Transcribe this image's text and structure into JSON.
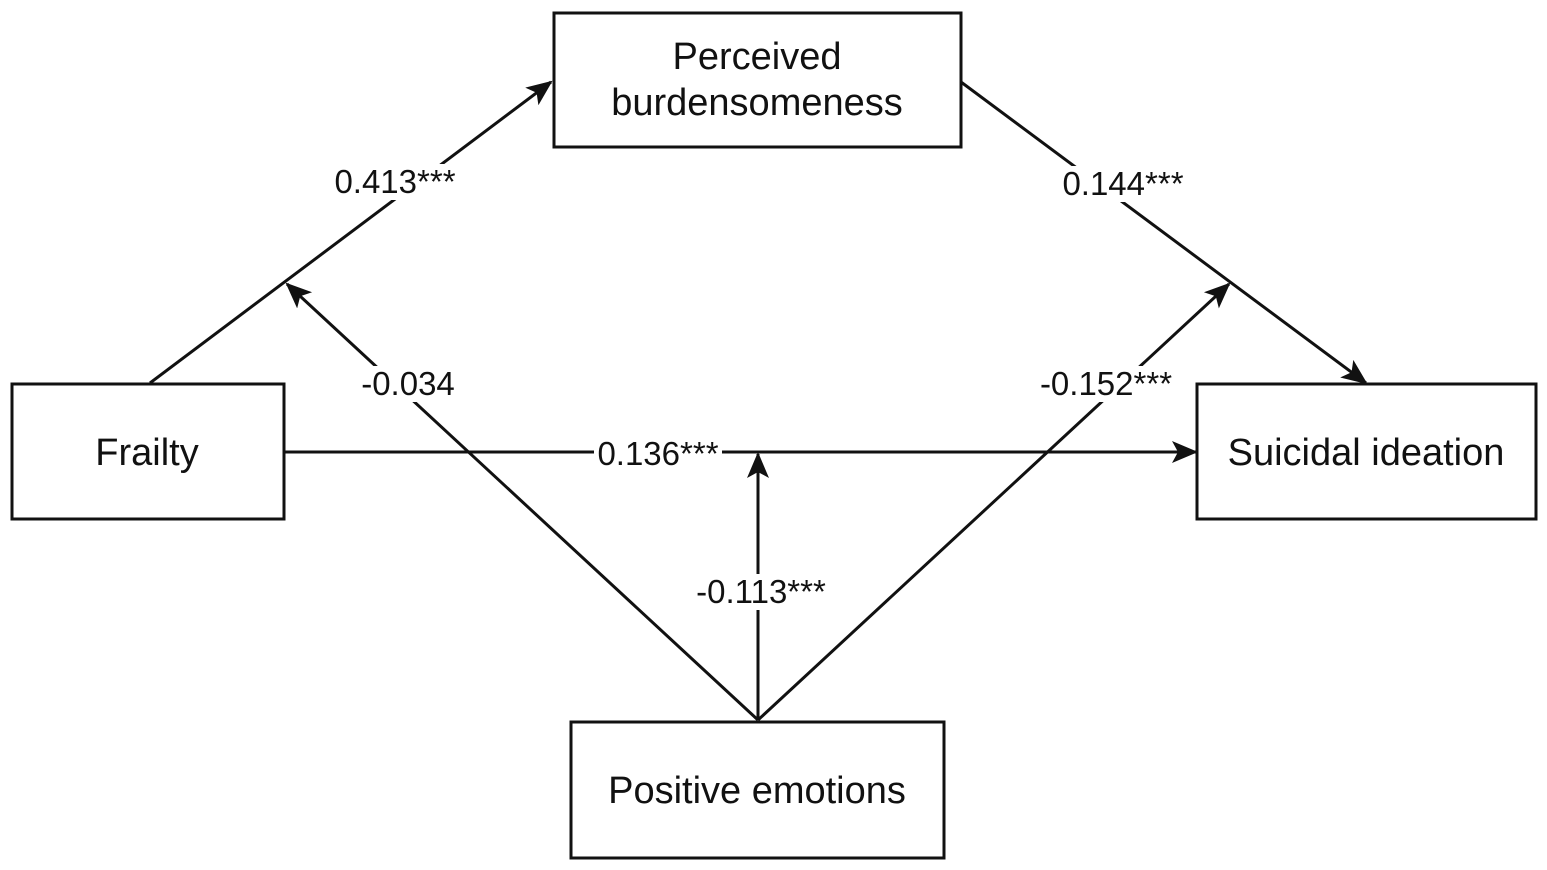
{
  "nodes": {
    "burden": {
      "line1": "Perceived",
      "line2": "burdensomeness"
    },
    "frailty": {
      "label": "Frailty"
    },
    "suicidal": {
      "label": "Suicidal ideation"
    },
    "positive": {
      "label": "Positive emotions"
    }
  },
  "edges": {
    "frailty_to_burden": "0.413***",
    "burden_to_suicidal": "0.144***",
    "frailty_to_suicidal": "0.136***",
    "moderation_a_path": "-0.034",
    "moderation_b_path": "-0.152***",
    "moderation_c_path": "-0.113***"
  },
  "colors": {
    "stroke": "#111111",
    "background": "#ffffff"
  }
}
